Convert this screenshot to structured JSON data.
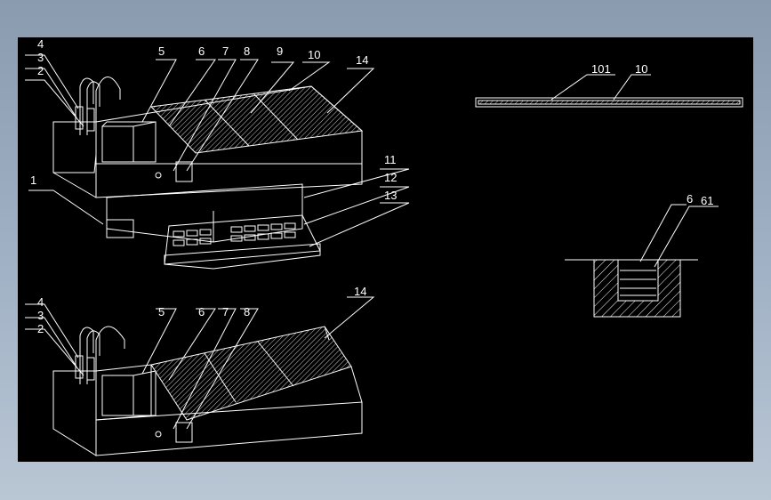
{
  "drawing": {
    "top_view_labels": {
      "l1": "1",
      "l2": "2",
      "l3": "3",
      "l4": "4",
      "l5": "5",
      "l6": "6",
      "l7": "7",
      "l8": "8",
      "l9": "9",
      "l10": "10",
      "l11": "11",
      "l12": "12",
      "l13": "13",
      "l14": "14"
    },
    "bottom_view_labels": {
      "l2": "2",
      "l3": "3",
      "l4": "4",
      "l5": "5",
      "l6": "6",
      "l7": "7",
      "l8": "8",
      "l14": "14"
    },
    "plate_detail_labels": {
      "l101": "101",
      "l10": "10"
    },
    "section_detail_labels": {
      "l6": "6",
      "l61": "61"
    }
  },
  "colors": {
    "background": "#000000",
    "line": "#ffffff",
    "frame": "#9fb0c4"
  }
}
